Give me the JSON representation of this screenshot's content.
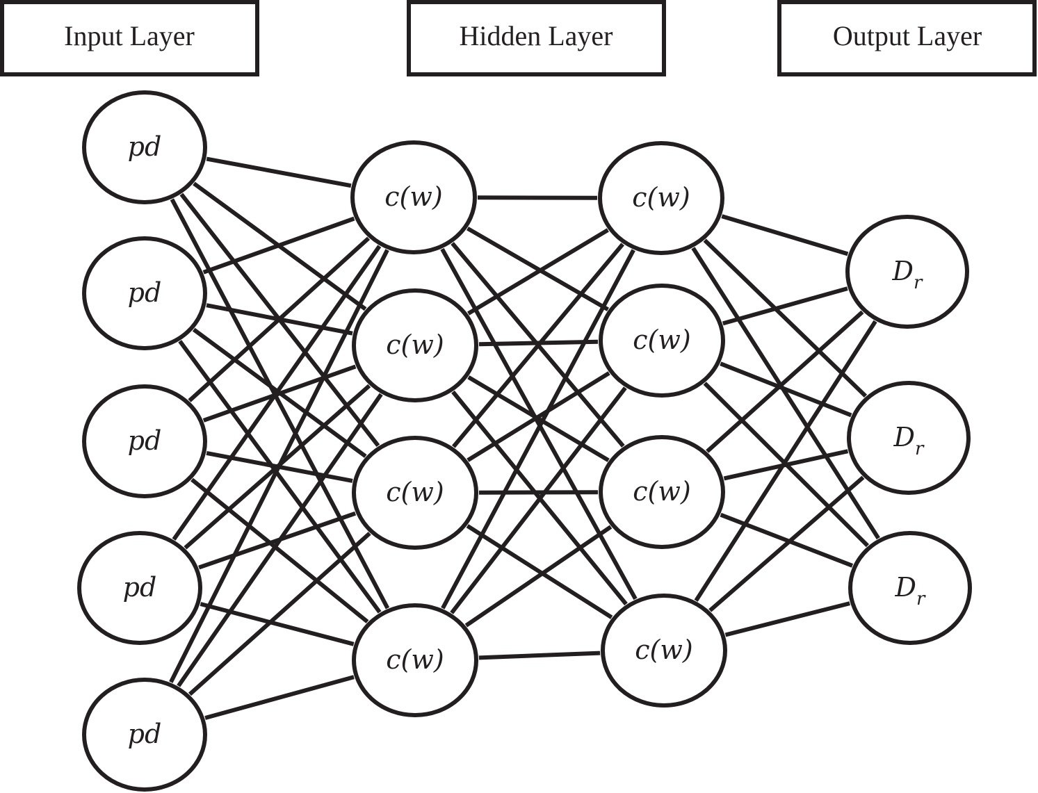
{
  "headers": {
    "input": "Input Layer",
    "hidden": "Hidden Layer",
    "output": "Output Layer"
  },
  "layers": {
    "input": {
      "count": 5,
      "label": "pd"
    },
    "hidden1": {
      "count": 4,
      "label": "c(w)"
    },
    "hidden2": {
      "count": 4,
      "label": "c(w)"
    },
    "output": {
      "count": 3,
      "label_main": "D",
      "label_sub": "r"
    }
  },
  "colors": {
    "ink": "#231f20",
    "background": "#ffffff"
  }
}
